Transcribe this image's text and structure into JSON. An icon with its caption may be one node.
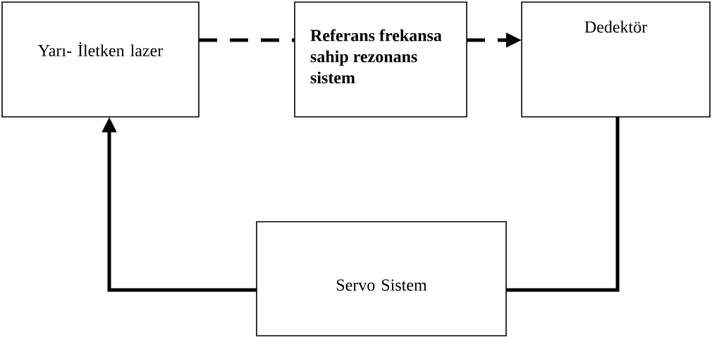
{
  "diagram": {
    "nodes": [
      {
        "text": [
          "Yarı- İletken lazer"
        ]
      },
      {
        "text": [
          "Referans frekansa sahip rezonans sistem"
        ]
      },
      {
        "text": [
          "Dedektör"
        ]
      },
      {
        "text": [
          "Servo Sistem"
        ]
      }
    ],
    "edges": [
      {
        "from": 0,
        "to": 1,
        "arrow": "none",
        "style": "dashed"
      },
      {
        "from": 1,
        "to": 2,
        "arrow": "to",
        "style": "dashed"
      },
      {
        "from": 2,
        "to": 3,
        "arrow": "none"
      },
      {
        "from": 3,
        "to": 0,
        "arrow": "to"
      }
    ]
  }
}
